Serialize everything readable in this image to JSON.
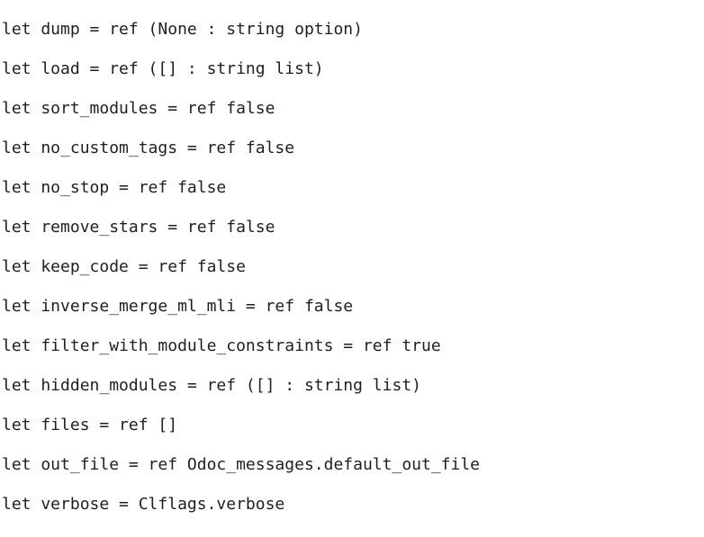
{
  "code": {
    "lines": [
      "let dump = ref (None : string option)",
      "let load = ref ([] : string list)",
      "let sort_modules = ref false",
      "let no_custom_tags = ref false",
      "let no_stop = ref false",
      "let remove_stars = ref false",
      "let keep_code = ref false",
      "let inverse_merge_ml_mli = ref false",
      "let filter_with_module_constraints = ref true",
      "let hidden_modules = ref ([] : string list)",
      "let files = ref []",
      "let out_file = ref Odoc_messages.default_out_file",
      "let verbose = Clflags.verbose"
    ]
  }
}
